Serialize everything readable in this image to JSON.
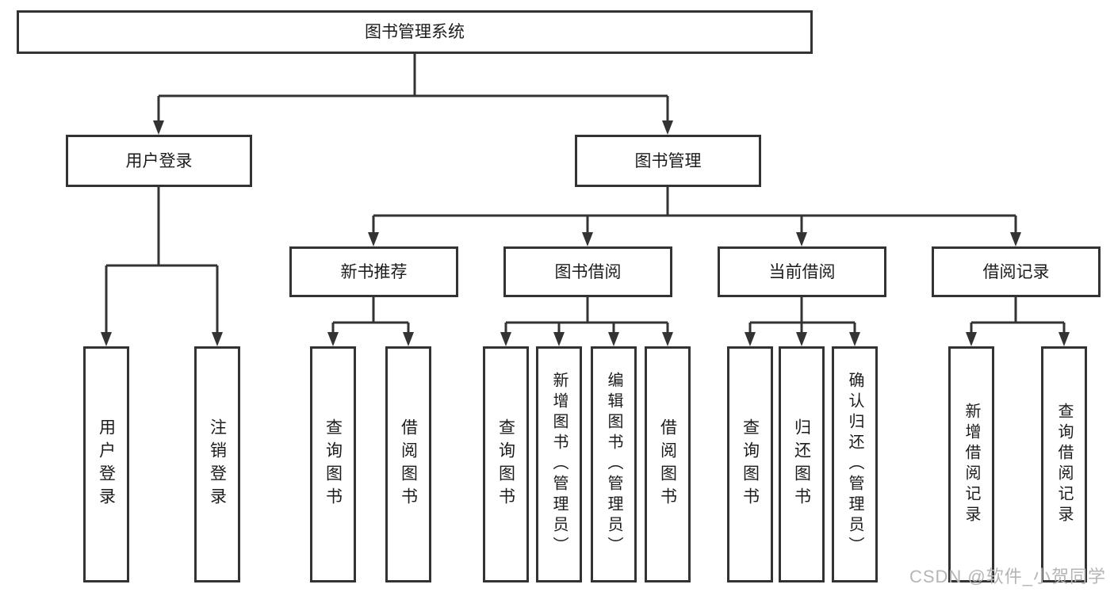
{
  "nodes": {
    "root": "图书管理系统",
    "user_login": "用户登录",
    "book_management": "图书管理",
    "new_book_recommend": "新书推荐",
    "book_borrow": "图书借阅",
    "current_borrow": "当前借阅",
    "borrow_records": "借阅记录",
    "leaf_user_login": "用户登录",
    "leaf_logout": "注销登录",
    "leaf_query_book_a": "查询图书",
    "leaf_borrow_book_a": "借阅图书",
    "leaf_query_book_b": "查询图书",
    "leaf_add_book": "新增图书（管理员）",
    "leaf_edit_book": "编辑图书（管理员）",
    "leaf_borrow_book_b": "借阅图书",
    "leaf_query_book_c": "查询图书",
    "leaf_return_book": "归还图书",
    "leaf_confirm_return": "确认归还（管理员）",
    "leaf_add_borrow_record": "新增借阅记录",
    "leaf_query_borrow_record": "查询借阅记录"
  },
  "watermark": "CSDN @软件_小贺同学",
  "colors": {
    "line": "#333333",
    "text": "#1c1c1c",
    "watermark": "#b5b5b5",
    "bg": "#ffffff"
  }
}
